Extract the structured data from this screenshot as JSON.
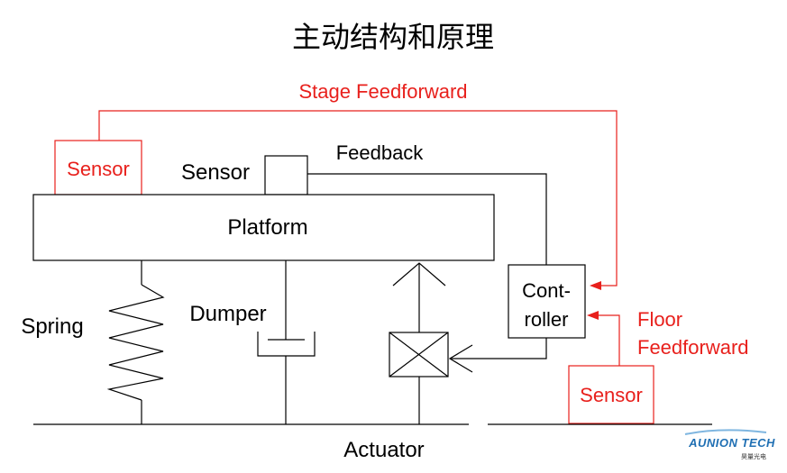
{
  "title": "主动结构和原理",
  "labels": {
    "stage_feedforward": "Stage Feedforward",
    "sensor_stage": "Sensor",
    "sensor_feedback": "Sensor",
    "feedback": "Feedback",
    "platform": "Platform",
    "spring": "Spring",
    "dumper": "Dumper",
    "controller_line1": "Cont-",
    "controller_line2": "roller",
    "floor_feedforward_line1": "Floor",
    "floor_feedforward_line2": "Feedforward",
    "sensor_floor": "Sensor",
    "actuator": "Actuator"
  },
  "logo": {
    "text": "AUNION TECH",
    "subtext": "昊量光电"
  },
  "colors": {
    "feedforward": "#e8201c",
    "structure": "#000000",
    "logo": "#1f6fb3"
  }
}
